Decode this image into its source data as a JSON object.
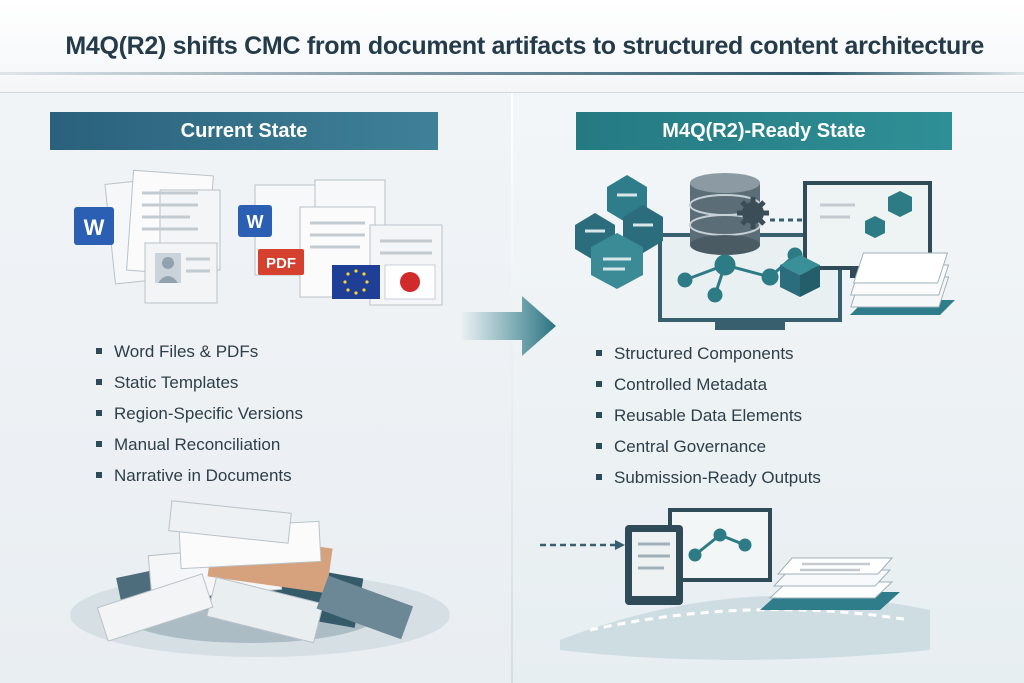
{
  "title": "M4Q(R2) shifts CMC from document artifacts to structured content architecture",
  "left": {
    "heading": "Current State",
    "badges": {
      "word1": "W",
      "word2": "W",
      "pdf": "PDF"
    },
    "items": [
      "Word Files & PDFs",
      "Static Templates",
      "Region-Specific Versions",
      "Manual Reconciliation",
      "Narrative in Documents"
    ]
  },
  "right": {
    "heading": "M4Q(R2)-Ready State",
    "items": [
      "Structured Components",
      "Controlled Metadata",
      "Reusable Data Elements",
      "Central Governance",
      "Submission-Ready Outputs"
    ]
  },
  "colors": {
    "left_accent": "#2a617c",
    "right_accent": "#257a82",
    "word_blue": "#2b5fb4",
    "pdf_red": "#d6402f",
    "eu_blue": "#1f3f97",
    "title_text": "#243b4a"
  },
  "icons": [
    "word-icon",
    "pdf-icon",
    "eu-flag-icon",
    "japan-flag-icon",
    "person-card-icon",
    "database-icon",
    "gear-icon",
    "monitor-icon",
    "hexagon-icon",
    "cube-icon",
    "tablet-icon",
    "document-stack-icon",
    "arrow-right-icon"
  ]
}
